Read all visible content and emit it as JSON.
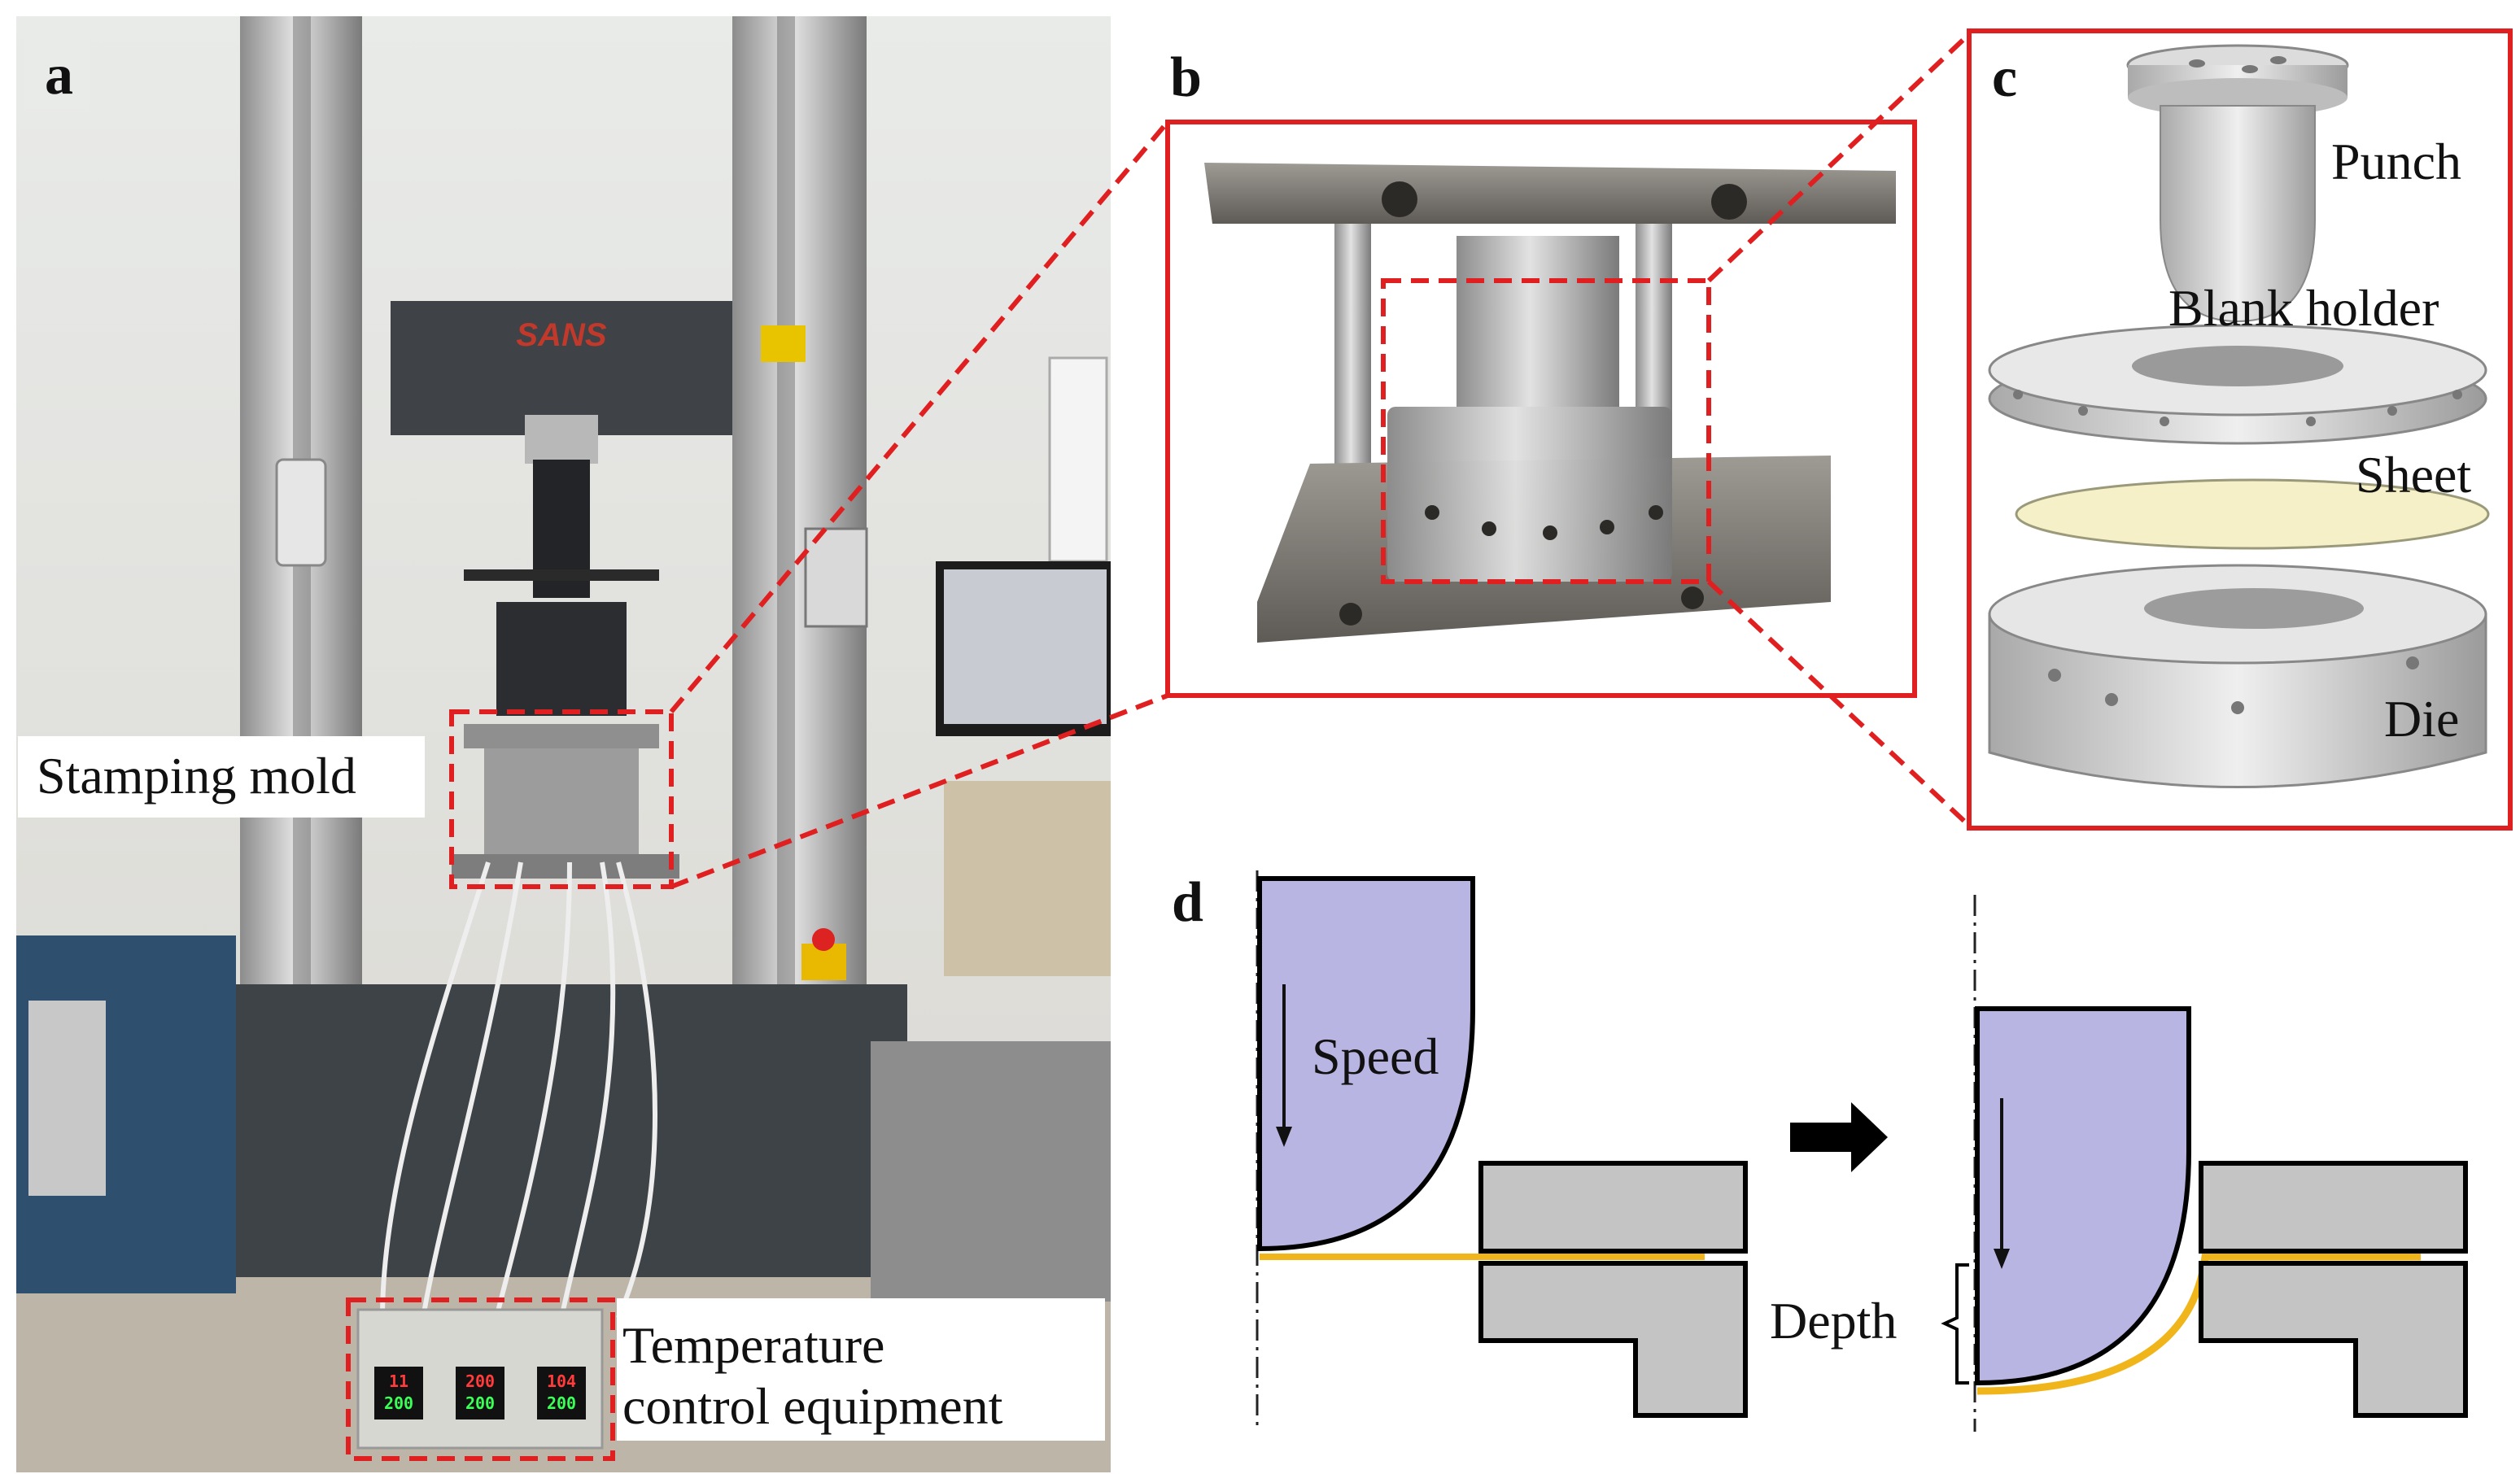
{
  "panels": {
    "a": {
      "letter": "a",
      "stamping_mold_label": "Stamping mold",
      "temperature_label_line1": "Temperature",
      "temperature_label_line2": "control equipment",
      "crosshead_brand": "SANS",
      "controller_readouts": [
        {
          "top": "11",
          "bottom": "200"
        },
        {
          "top": "200",
          "bottom": "200"
        },
        {
          "top": "104",
          "bottom": "200"
        }
      ]
    },
    "b": {
      "letter": "b"
    },
    "c": {
      "letter": "c",
      "parts": {
        "punch": "Punch",
        "blank_holder": "Blank holder",
        "sheet": "Sheet",
        "die": "Die"
      }
    },
    "d": {
      "letter": "d",
      "speed_label": "Speed",
      "depth_label": "Depth"
    }
  },
  "colors": {
    "callout_red": "#e02020",
    "punch_fill": "#b9b5e2",
    "tool_gray": "#c4c4c4",
    "sheet_yellow": "#f1b51c",
    "sheet_part_fill": "#f5f0c8"
  }
}
